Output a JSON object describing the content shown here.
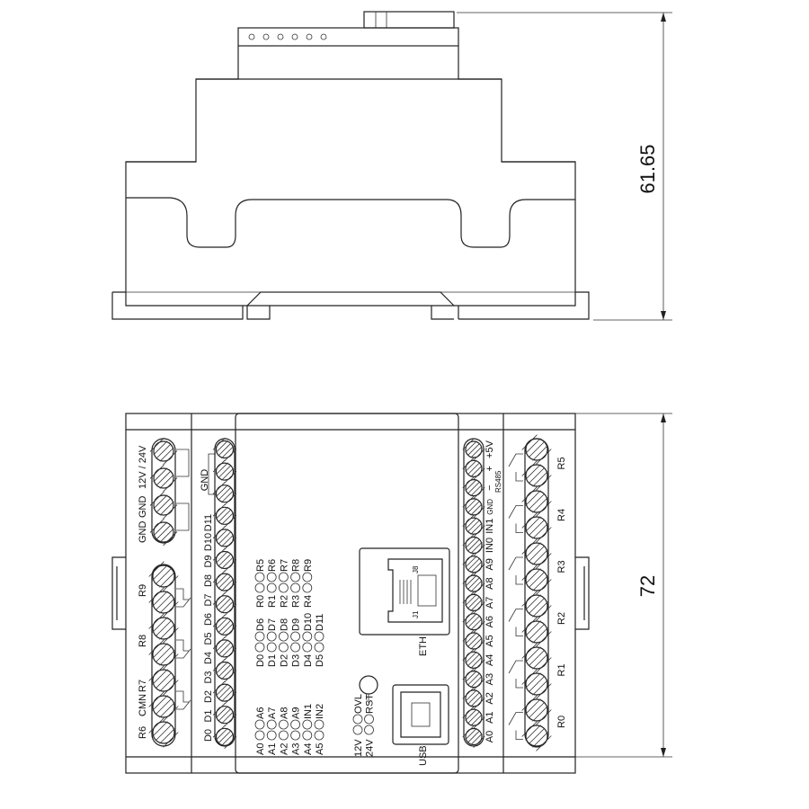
{
  "dimensions": {
    "height_top_view": "61.65",
    "height_bottom_view": "72"
  },
  "left_power_labels": [
    "GND",
    "GND",
    "12V / 24V"
  ],
  "left_relay_labels": [
    "R6",
    "CMN",
    "R7",
    "R8",
    "R9"
  ],
  "gnd_label": "GND",
  "d_labels": [
    "D0",
    "D1",
    "D2",
    "D3",
    "D4",
    "D5",
    "D6",
    "D7",
    "D8",
    "D9",
    "D10",
    "D11"
  ],
  "a_labels": [
    "A0",
    "A1",
    "A2",
    "A3",
    "A4",
    "A5",
    "A6",
    "A7",
    "A8",
    "A9",
    "IN0",
    "IN1",
    "GND",
    "−",
    "+",
    "+5V"
  ],
  "rs485_label": "RS485",
  "r_labels": [
    "R0",
    "R1",
    "R2",
    "R3",
    "R4",
    "R5"
  ],
  "led_groups": [
    {
      "rows": [
        [
          "A0",
          "A6"
        ],
        [
          "A1",
          "A7"
        ],
        [
          "A2",
          "A8"
        ],
        [
          "A3",
          "A9"
        ],
        [
          "A4",
          "IN1"
        ],
        [
          "A5",
          "IN2"
        ]
      ]
    },
    {
      "rows": [
        [
          "D0",
          "D6"
        ],
        [
          "D1",
          "D7"
        ],
        [
          "D2",
          "D8"
        ],
        [
          "D3",
          "D9"
        ],
        [
          "D4",
          "D10"
        ],
        [
          "D5",
          "D11"
        ]
      ]
    },
    {
      "rows": [
        [
          "R0",
          "R5"
        ],
        [
          "R1",
          "R6"
        ],
        [
          "R2",
          "R7"
        ],
        [
          "R3",
          "R8"
        ],
        [
          "R4",
          "R9"
        ]
      ]
    }
  ],
  "status_leds": [
    [
      "12V",
      "OVL"
    ],
    [
      "24V",
      "RST"
    ]
  ],
  "eth": {
    "label": "ETH",
    "pin1": "J1",
    "pin8": "J8"
  },
  "usb": {
    "label": "USB"
  }
}
